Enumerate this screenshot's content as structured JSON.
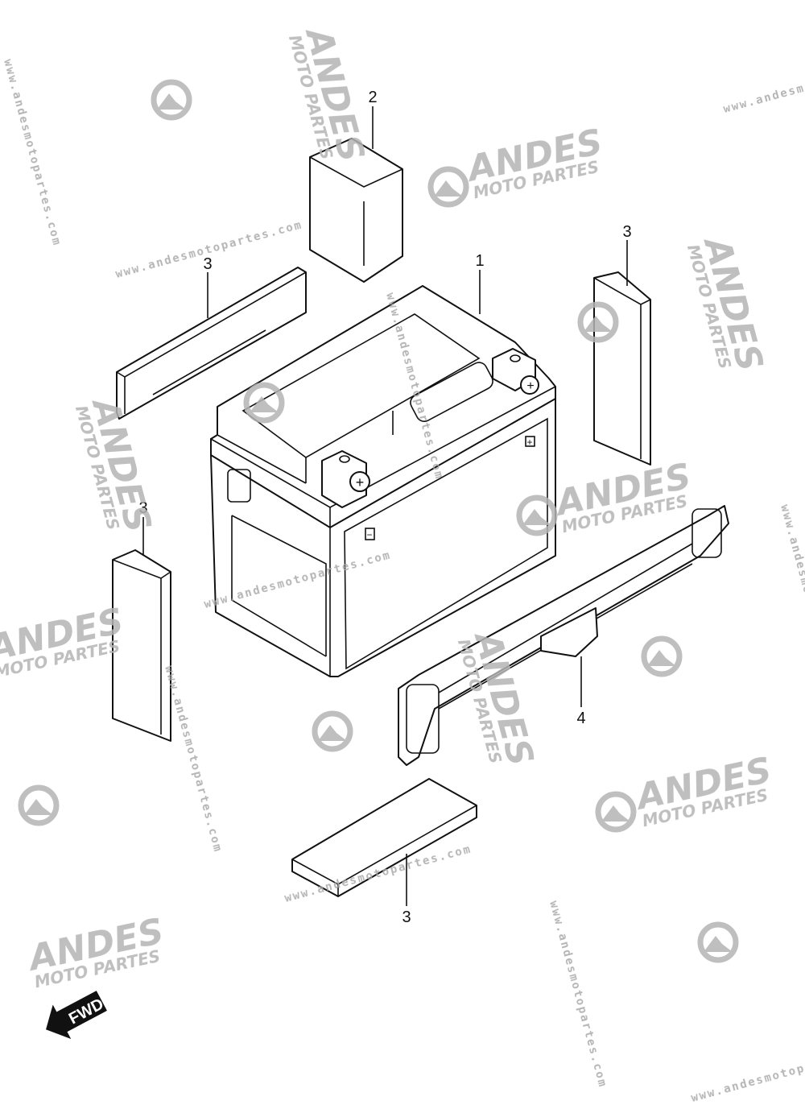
{
  "diagram": {
    "parts": [
      {
        "id": "battery",
        "label": "1"
      },
      {
        "id": "top-pad",
        "label": "2"
      },
      {
        "id": "pad-top-left",
        "label": "3"
      },
      {
        "id": "pad-right",
        "label": "3"
      },
      {
        "id": "pad-left",
        "label": "3"
      },
      {
        "id": "pad-bottom",
        "label": "3"
      },
      {
        "id": "strap",
        "label": "4"
      }
    ],
    "direction_arrow": "FWD",
    "terminal_plus": "+",
    "terminal_minus": "−"
  },
  "watermark": {
    "url": "www.andesmotopartes.com",
    "brand": "ANDES",
    "sub": "MOTO PARTES",
    "color": "#b4b4b4"
  }
}
